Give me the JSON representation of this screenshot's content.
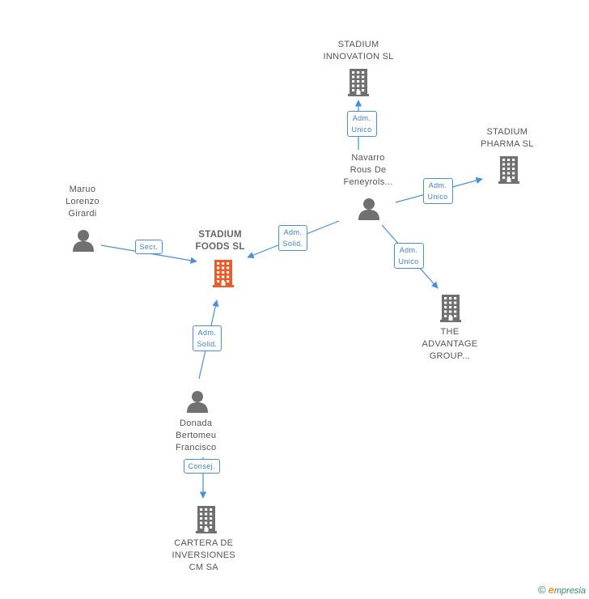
{
  "nodes": {
    "stadium_foods": {
      "label": "STADIUM\nFOODS SL",
      "type": "company",
      "main": true
    },
    "stadium_innovation": {
      "label": "STADIUM\nINNOVATION SL",
      "type": "company"
    },
    "stadium_pharma": {
      "label": "STADIUM\nPHARMA SL",
      "type": "company"
    },
    "the_advantage": {
      "label": "THE\nADVANTAGE\nGROUP...",
      "type": "company"
    },
    "cartera": {
      "label": "CARTERA DE\nINVERSIONES\nCM SA",
      "type": "company"
    },
    "navarro": {
      "label": "Navarro\nRous De\nFeneyrols...",
      "type": "person"
    },
    "maruo": {
      "label": "Maruo\nLorenzo\nGirardi",
      "type": "person"
    },
    "donada": {
      "label": "Donada\nBertomeu\nFrancisco",
      "type": "person"
    }
  },
  "edges": [
    {
      "from": "navarro",
      "to": "stadium_innovation",
      "label": "Adm.\nUnico"
    },
    {
      "from": "navarro",
      "to": "stadium_pharma",
      "label": "Adm.\nUnico"
    },
    {
      "from": "navarro",
      "to": "the_advantage",
      "label": "Adm.\nUnico"
    },
    {
      "from": "navarro",
      "to": "stadium_foods",
      "label": "Adm.\nSolid."
    },
    {
      "from": "maruo",
      "to": "stadium_foods",
      "label": "Secr."
    },
    {
      "from": "donada",
      "to": "stadium_foods",
      "label": "Adm.\nSolid."
    },
    {
      "from": "donada",
      "to": "cartera",
      "label": "Consej."
    }
  ],
  "colors": {
    "main_company": "#f05a28",
    "company": "#707070",
    "person": "#707070",
    "edge": "#4a90d9",
    "label_text": "#555555"
  },
  "icons": {
    "company": "building-icon",
    "person": "person-icon"
  },
  "footer": {
    "copyright_symbol": "©",
    "brand_initial": "e",
    "brand_rest": "mpresia"
  }
}
